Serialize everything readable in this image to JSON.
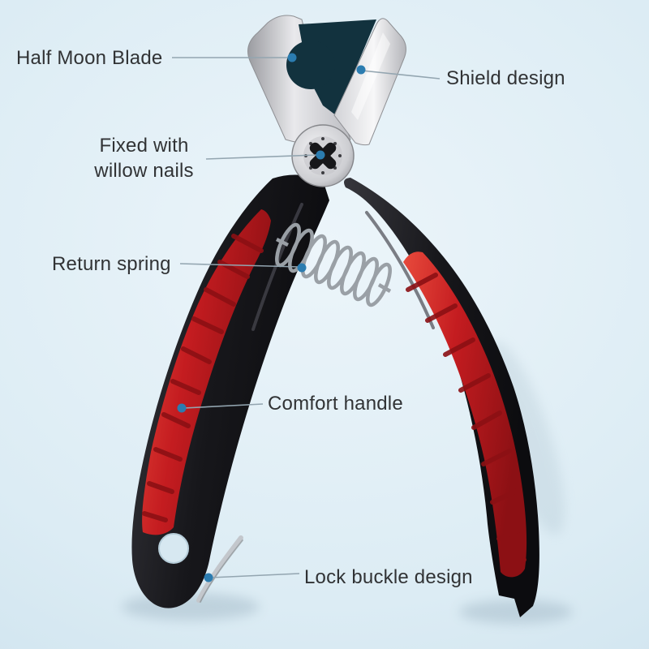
{
  "figure": {
    "type": "annotated-product-diagram",
    "subject": "pet nail clipper"
  },
  "labels": {
    "half_moon_blade": "Half Moon Blade",
    "shield_design": "Shield design",
    "fixed_with_willow_nails": "Fixed with willow nails",
    "return_spring": "Return spring",
    "comfort_handle": "Comfort handle",
    "lock_buckle_design": "Lock buckle design"
  },
  "colors": {
    "background": "#dcecf4",
    "callout_line": "#93a5b0",
    "callout_dot": "#2b7cb0",
    "label_text": "#313335",
    "handle_black": "#17171b",
    "grip_red": "#c41c20",
    "metal_light": "#efeff1",
    "metal_dark": "#9a9a9f",
    "notch_dark": "#12323e"
  }
}
